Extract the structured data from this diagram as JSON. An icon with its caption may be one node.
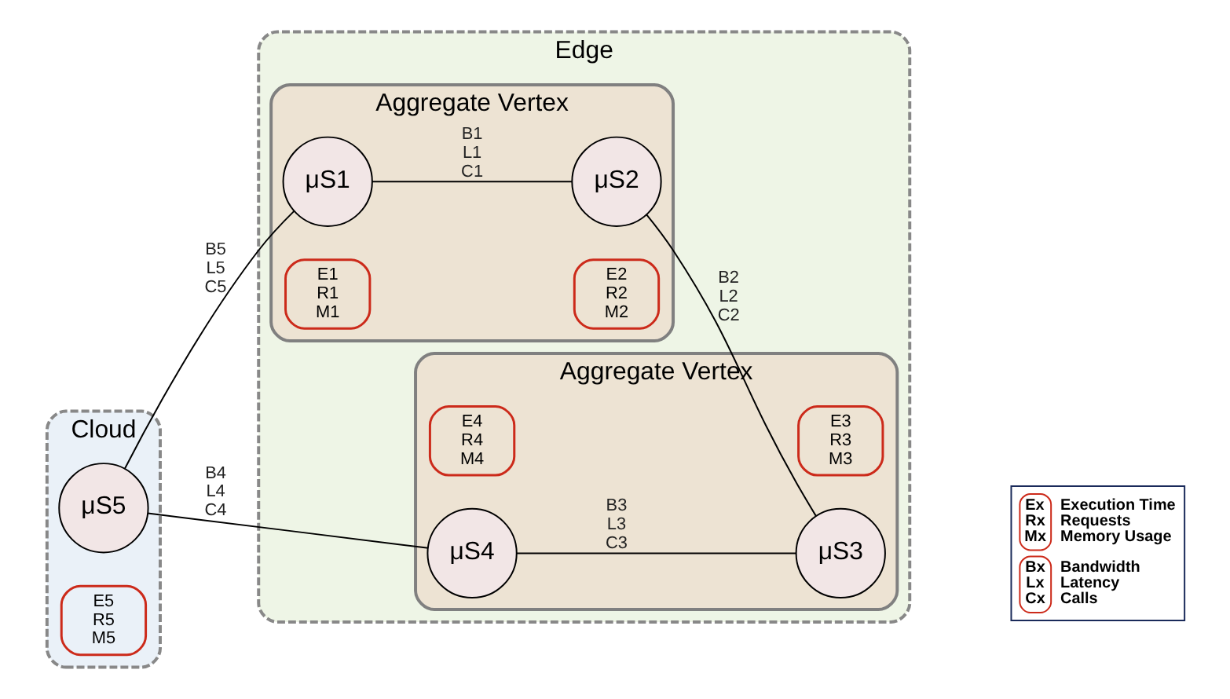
{
  "diagram": {
    "nodes": [
      {
        "text": [
          "Cloud"
        ]
      },
      {
        "text": [
          "μS5"
        ],
        "in": 0,
        "beside": [
          "E5 R5 M5"
        ]
      },
      {
        "text": [
          "Edge"
        ]
      },
      {
        "text": [
          "Aggregate Vertex"
        ],
        "in": 2
      },
      {
        "text": [
          "μS1"
        ],
        "in": 3,
        "beside": [
          "E1 R1 M1"
        ]
      },
      {
        "text": [
          "μS2"
        ],
        "in": 3,
        "beside": [
          "E2 R2 M2"
        ]
      },
      {
        "text": [
          "Aggregate Vertex"
        ],
        "in": 2
      },
      {
        "text": [
          "μS4"
        ],
        "in": 6,
        "beside": [
          "E4 R4 M4"
        ]
      },
      {
        "text": [
          "μS3"
        ],
        "in": 6,
        "beside": [
          "E3 R3 M3"
        ]
      }
    ],
    "edges": [
      {
        "from": 1,
        "to": 4,
        "arrow": "none",
        "label": "B5 L5 C5"
      },
      {
        "from": 4,
        "to": 5,
        "arrow": "none",
        "label": "B1 L1 C1"
      },
      {
        "from": 5,
        "to": 8,
        "arrow": "none",
        "label": "B2 L2 C2"
      },
      {
        "from": 1,
        "to": 7,
        "arrow": "none",
        "label": "B4 L4 C4"
      },
      {
        "from": 7,
        "to": 8,
        "arrow": "none",
        "label": "B3 L3 C3"
      }
    ],
    "labels": [
      "Ex Rx Mx",
      "Bx Lx Cx"
    ],
    "legend": [
      {
        "text": "Execution Time"
      },
      {
        "text": "Requests"
      },
      {
        "text": "Memory Usage"
      },
      {
        "text": "Bandwidth"
      },
      {
        "text": "Latency"
      },
      {
        "text": "Calls"
      }
    ]
  }
}
